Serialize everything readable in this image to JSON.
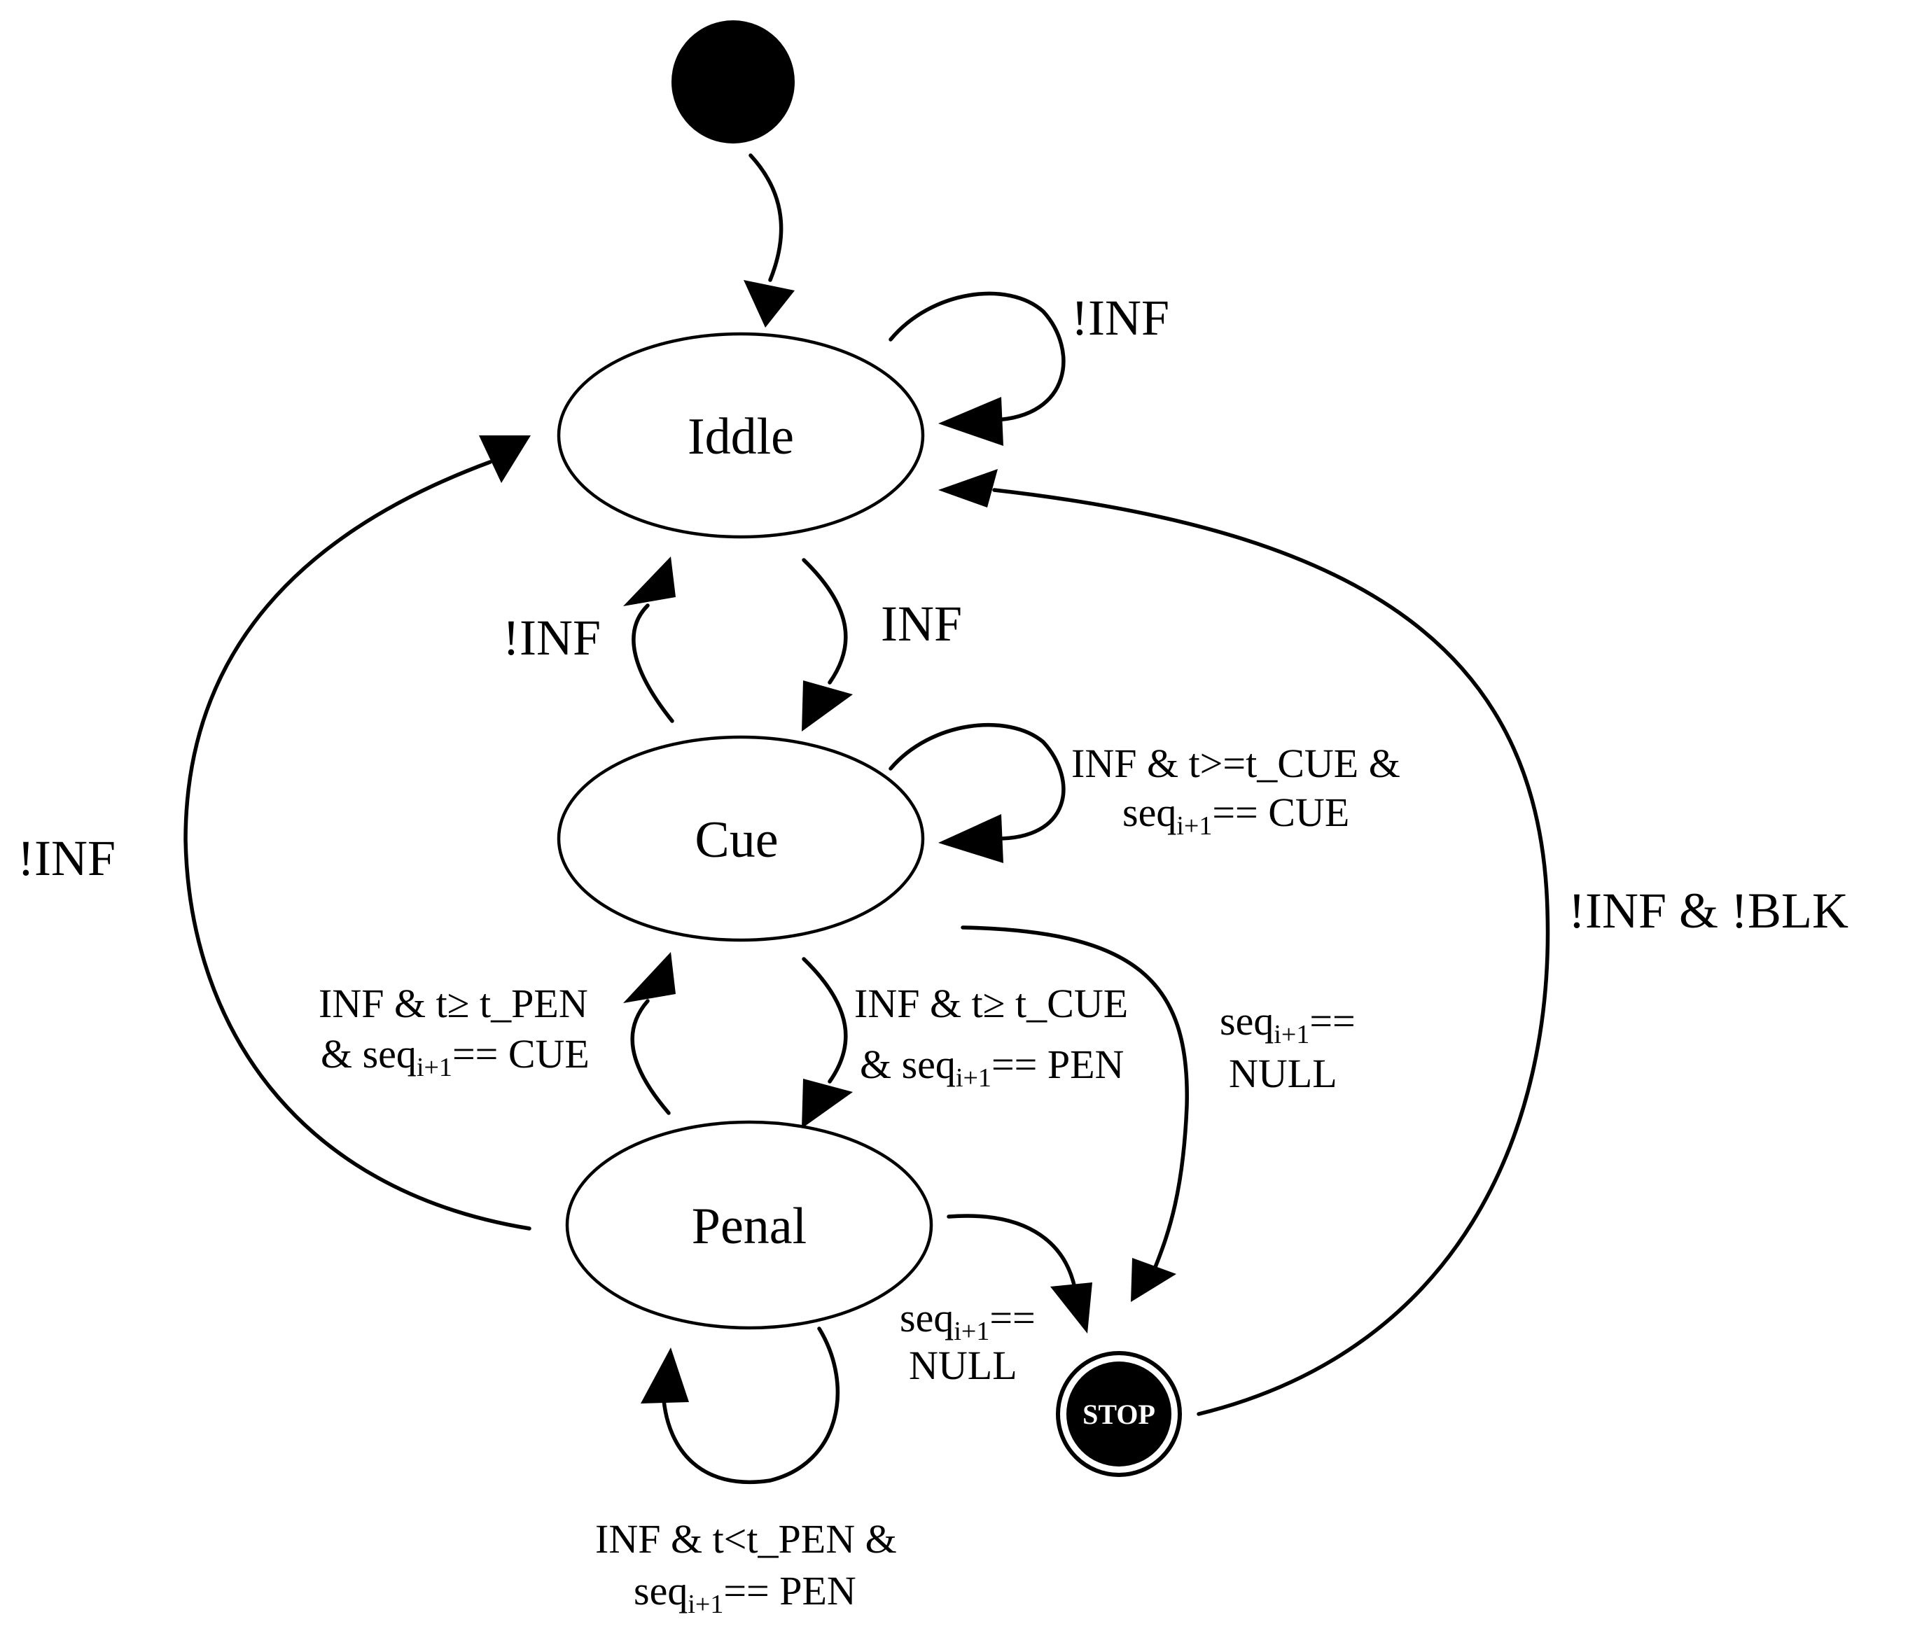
{
  "states": {
    "iddle": "Iddle",
    "cue": "Cue",
    "penal": "Penal",
    "stop": "STOP"
  },
  "transitions": {
    "iddle_self": "!INF",
    "iddle_to_cue": "INF",
    "cue_to_iddle": "!INF",
    "penal_to_iddle": "!INF",
    "stop_to_iddle": "!INF & !BLK",
    "cue_self": {
      "line1": "INF & t>=t_CUE &",
      "line2_pre": "seq",
      "line2_sub": "i+1",
      "line2_post": "== CUE"
    },
    "cue_to_stop": {
      "line1_pre": "seq",
      "line1_sub": "i+1",
      "line1_post": "==",
      "line2": "NULL"
    },
    "cue_to_penal": {
      "line1": "INF & t≥ t_CUE",
      "line2_pre": "& seq",
      "line2_sub": "i+1",
      "line2_post": "== PEN"
    },
    "penal_to_cue": {
      "line1": "INF & t≥ t_PEN",
      "line2_pre": "& seq",
      "line2_sub": "i+1",
      "line2_post": "== CUE"
    },
    "penal_to_stop": {
      "line1_pre": "seq",
      "line1_sub": "i+1",
      "line1_post": "==",
      "line2": "NULL"
    },
    "penal_self": {
      "line1": "INF & t<t_PEN &",
      "line2_pre": "seq",
      "line2_sub": "i+1",
      "line2_post": "== PEN"
    }
  }
}
